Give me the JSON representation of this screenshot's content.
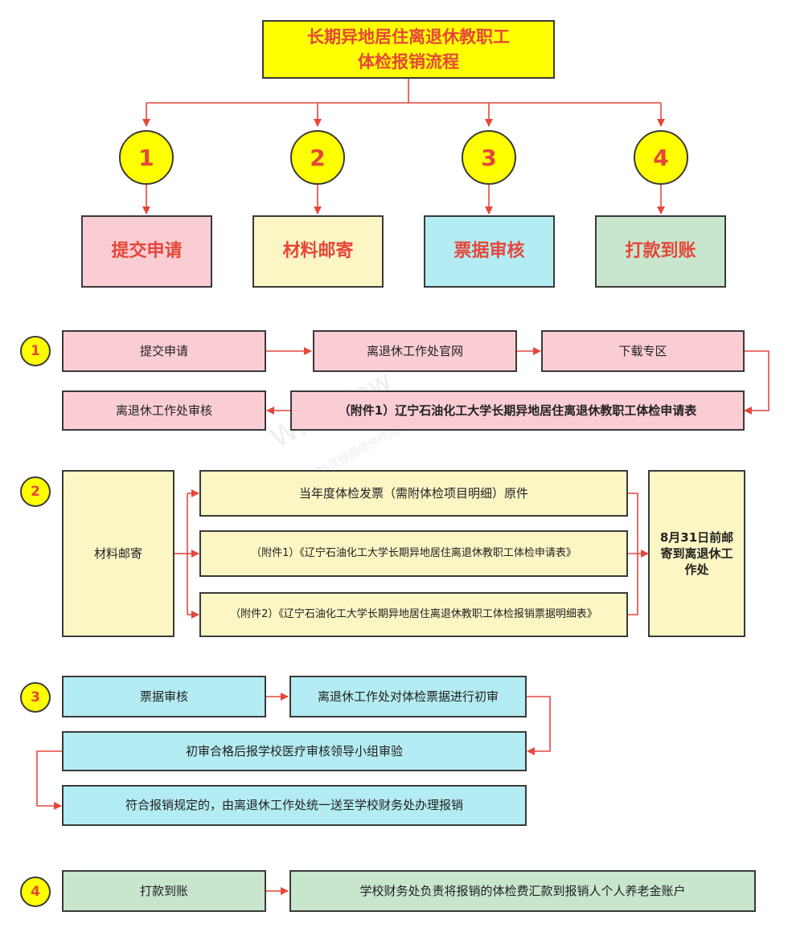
{
  "title": {
    "line1": "长期异地居住离退休教职工",
    "line2": "体检报销流程"
  },
  "steps": [
    {
      "num": "1",
      "label": "提交申请"
    },
    {
      "num": "2",
      "label": "材料邮寄"
    },
    {
      "num": "3",
      "label": "票据审核"
    },
    {
      "num": "4",
      "label": "打款到账"
    }
  ],
  "section1": {
    "num": "1",
    "a": "提交申请",
    "b": "离退休工作处官网",
    "c": "下载专区",
    "d": "（附件1）辽宁石油化工大学长期异地居住离退休教职工体检申请表",
    "e": "离退休工作处审核"
  },
  "section2": {
    "num": "2",
    "a": "材料邮寄",
    "b": "当年度体检发票（需附体检项目明细）原件",
    "c": "（附件1）《辽宁石油化工大学长期异地居住离退休教职工体检申请表》",
    "d": "（附件2）《辽宁石油化工大学长期异地居住离退休教职工体检报销票据明细表》",
    "e": "8月31日前邮寄到离退休工作处"
  },
  "section3": {
    "num": "3",
    "a": "票据审核",
    "b": "离退休工作处对体检票据进行初审",
    "c": "初审合格后报学校医疗审核领导小组审验",
    "d": "符合报销规定的，由离退休工作处统一送至学校财务处办理报销"
  },
  "section4": {
    "num": "4",
    "a": "打款到账",
    "b": "学校财务处负责将报销的体检费汇款到报销人个人养老金账户"
  },
  "watermark": {
    "text": "WPS Flow",
    "sub": "WPS流程图提供作图能力"
  },
  "colors": {
    "arrow": "#e5473b",
    "title_bg": "#ffff00",
    "pink": "#f9cdd3",
    "cream": "#fbf6c4",
    "cyan": "#b3ecf2",
    "green": "#c7e6cd"
  }
}
